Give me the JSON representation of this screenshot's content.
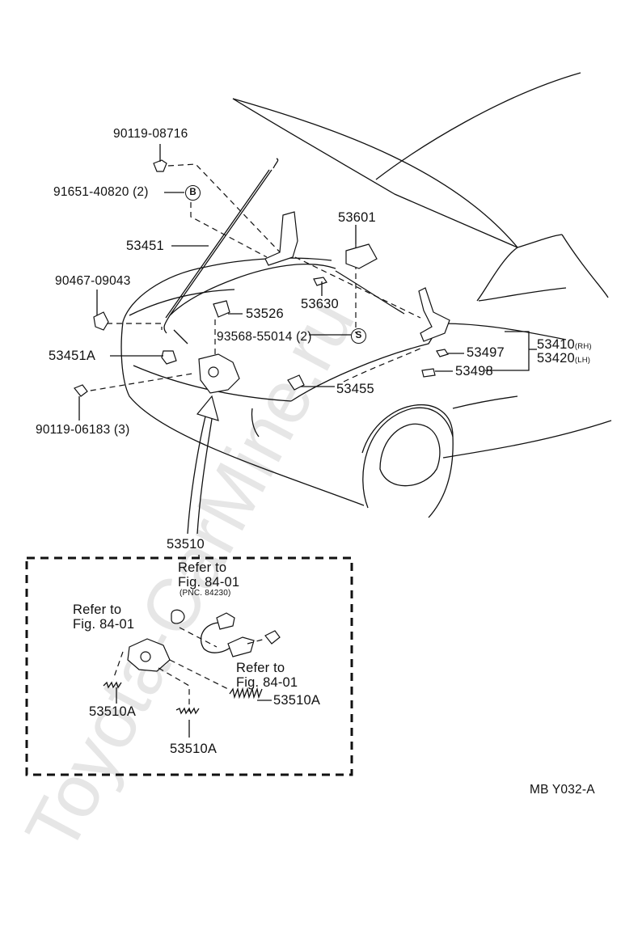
{
  "parts": {
    "p90119_08716": "90119-08716",
    "p91651_40820": "91651-40820 (2)",
    "p53601": "53601",
    "p53451": "53451",
    "p53630": "53630",
    "p90467_09043": "90467-09043",
    "p53526": "53526",
    "p93568_55014": "93568-55014 (2)",
    "p53451A": "53451A",
    "p53497": "53497",
    "p53410": "53410",
    "p53410_suffix": "(RH)",
    "p53420": "53420",
    "p53420_suffix": "(LH)",
    "p53498": "53498",
    "p53455": "53455",
    "p90119_06183": "90119-06183 (3)",
    "p53510": "53510"
  },
  "symbols": {
    "B": "B",
    "S": "S"
  },
  "inset": {
    "refer_a_line1": "Refer to",
    "refer_a_line2": "Fig. 84-01",
    "refer_a_line3": "(PNC. 84230)",
    "refer_b_line1": "Refer to",
    "refer_b_line2": "Fig. 84-01",
    "refer_c_line1": "Refer to",
    "refer_c_line2": "Fig. 84-01",
    "spring_a": "53510A",
    "spring_b": "53510A",
    "spring_c": "53510A"
  },
  "footer": {
    "code": "MB  Y032-A"
  },
  "watermark": {
    "text": "Toyota-CarMine.ru",
    "color": "#e6e6e6"
  }
}
